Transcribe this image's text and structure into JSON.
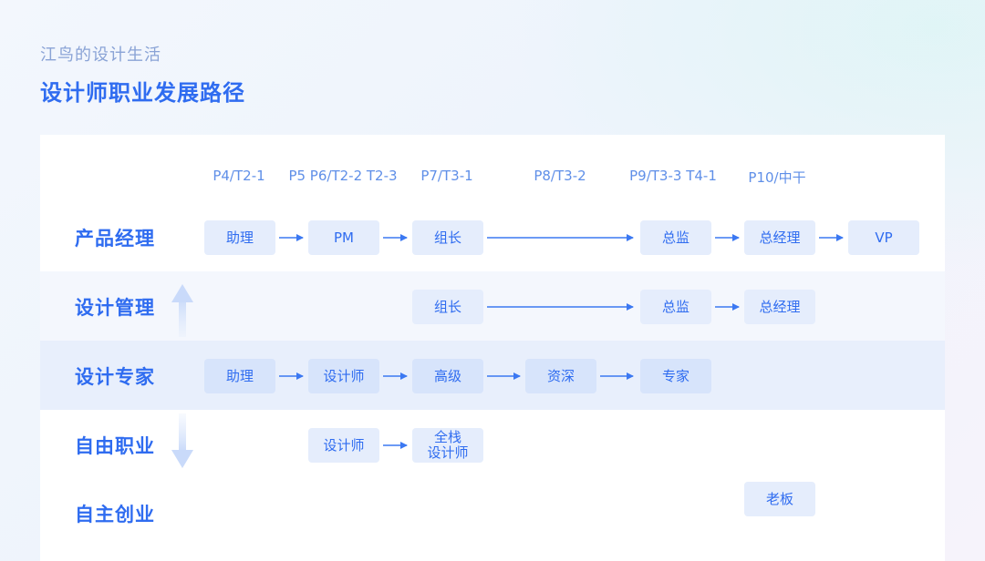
{
  "header": {
    "brand": "江鸟的设计生活",
    "title": "设计师职业发展路径"
  },
  "levels": [
    "P4/T2-1",
    "P5 P6/T2-2 T2-3",
    "P7/T3-1",
    "P8/T3-2",
    "P9/T3-3 T4-1",
    "P10/中干"
  ],
  "tracks": [
    "产品经理",
    "设计管理",
    "设计专家",
    "自由职业",
    "自主创业"
  ],
  "nodes": {
    "pm": [
      "助理",
      "PM",
      "组长",
      "总监",
      "总经理",
      "VP"
    ],
    "mgmt": [
      "组长",
      "总监",
      "总经理"
    ],
    "expert": [
      "助理",
      "设计师",
      "高级",
      "资深",
      "专家"
    ],
    "freelance": [
      "设计师",
      "全栈",
      "设计师"
    ],
    "startup": [
      "老板"
    ]
  },
  "colors": {
    "accent": "#2f6cf0",
    "node_bg": "#e5edfc",
    "level_text": "#5f8fe8",
    "brand_text": "#8aa3d6",
    "arrow": "#3b78f2"
  }
}
